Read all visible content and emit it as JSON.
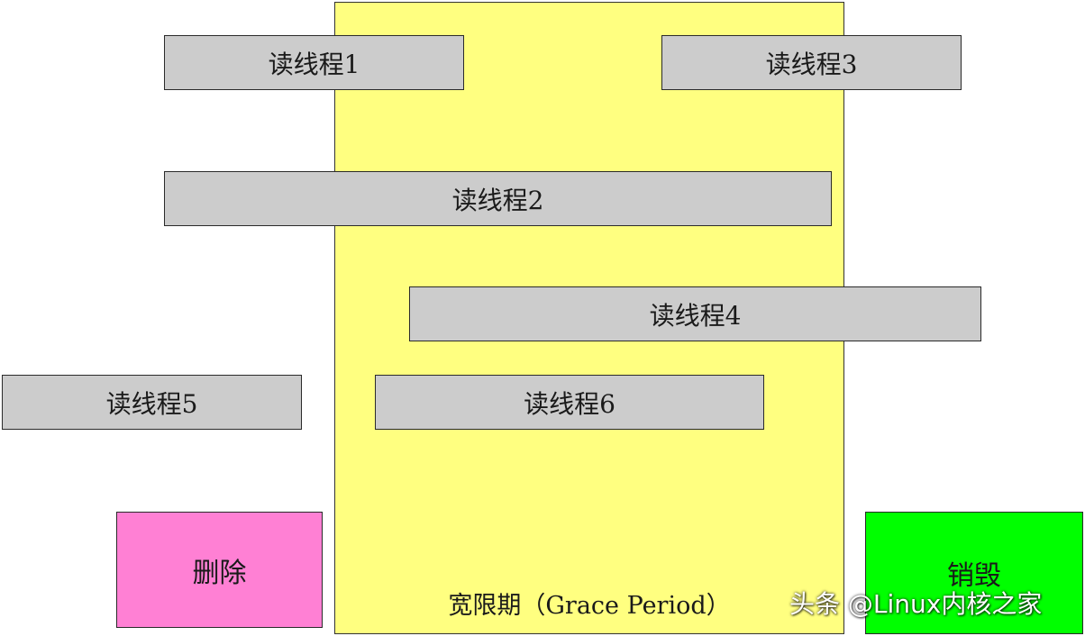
{
  "colors": {
    "grace_period_fill": "#ffff80",
    "reader_fill": "#cccccc",
    "delete_fill": "#ff80d4",
    "destroy_fill": "#00ff00",
    "border": "#2a2a2a"
  },
  "grace_period": {
    "label": "宽限期（Grace Period）"
  },
  "readers": [
    {
      "label": "读线程1"
    },
    {
      "label": "读线程2"
    },
    {
      "label": "读线程3"
    },
    {
      "label": "读线程4"
    },
    {
      "label": "读线程5"
    },
    {
      "label": "读线程6"
    }
  ],
  "actions": {
    "delete_label": "删除",
    "destroy_label": "销毁"
  },
  "watermark": {
    "text": "头条 @Linux内核之家"
  }
}
